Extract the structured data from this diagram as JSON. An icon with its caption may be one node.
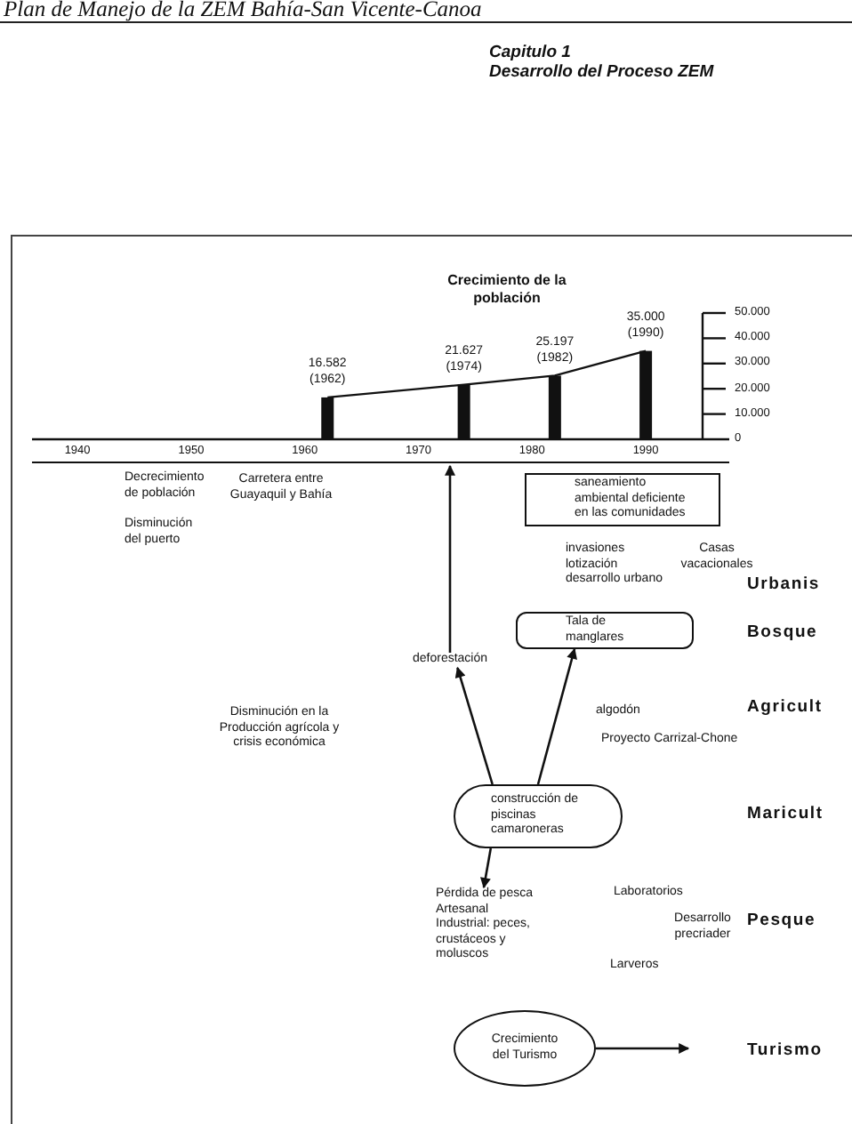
{
  "diagram": {
    "nodes": [
      {
        "text": [
          "saneamiento ambiental deficiente en las comunidades"
        ]
      },
      {
        "text": [
          "Tala de manglares"
        ]
      },
      {
        "text": [
          "deforestación"
        ]
      },
      {
        "text": [
          "construcción de piscinas camaroneras"
        ]
      },
      {
        "text": [
          "Pérdida de pesca Artesanal Industrial: peces, crustáceos y moluscos"
        ]
      },
      {
        "text": [
          "Crecimiento del Turismo"
        ]
      }
    ],
    "edges": [
      {
        "from": 2,
        "to": null,
        "arrow": "to"
      },
      {
        "from": 3,
        "to": 2,
        "arrow": "to"
      },
      {
        "from": 3,
        "to": 1,
        "arrow": "to"
      },
      {
        "from": 3,
        "to": 4,
        "arrow": "to"
      },
      {
        "from": 5,
        "to": null,
        "arrow": "to"
      }
    ],
    "labels": [
      "Plan de Manejo de la ZEM Bahía-San Vicente-Canoa",
      "Capitulo 1",
      "Desarrollo del Proceso ZEM",
      "Decrecimiento de población",
      "Carretera entre Guayaquil y Bahía",
      "Disminución del puerto",
      "invasiones lotización desarrollo urbano",
      "Casas vacacionales",
      "Urbanis",
      "Bosque",
      "Disminución en la Producción agrícola y crisis económica",
      "algodón",
      "Agricult",
      "Proyecto Carrizal-Chone",
      "Maricult",
      "Laboratorios",
      "Pesque",
      "Desarrollo precriader",
      "Larveros",
      "Turismo"
    ],
    "chart_data": {
      "type": "bar",
      "title": "Crecimiento de la población",
      "x": [
        1962,
        1974,
        1982,
        1990
      ],
      "values": [
        16582,
        21627,
        25197,
        35000
      ],
      "xlim": [
        1936,
        1995
      ],
      "ylim": [
        0,
        50000
      ],
      "xticks": [
        1940,
        1950,
        1960,
        1970,
        1980,
        1990
      ],
      "yticks": [
        0,
        {
          "value": 10000,
          "label": "10.000"
        },
        {
          "value": 20000,
          "label": "20.000"
        },
        {
          "value": 30000,
          "label": "30.000"
        },
        {
          "value": 40000,
          "label": "40.000"
        },
        {
          "value": 50000,
          "label": "50.000"
        }
      ],
      "value_labels": [
        "16.582 (1962)",
        "21.627 (1974)",
        "25.197 (1982)",
        "35.000 (1990)"
      ]
    }
  }
}
